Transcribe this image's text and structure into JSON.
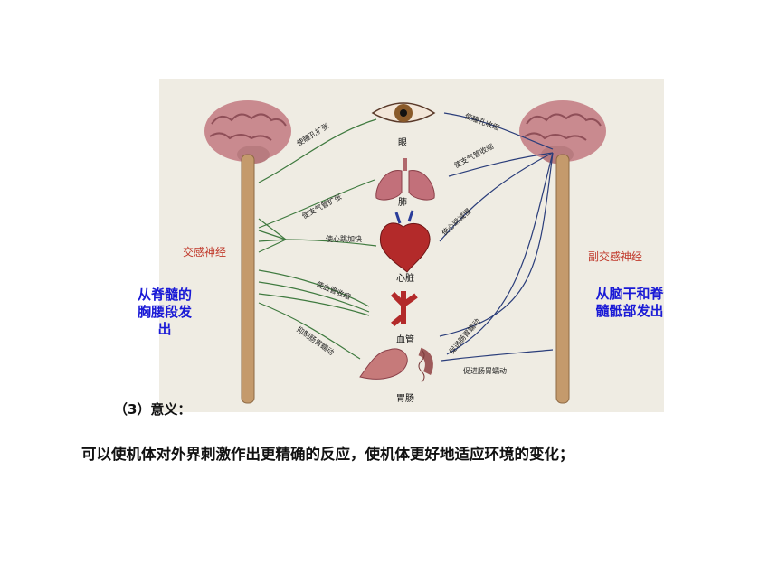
{
  "diagram": {
    "left_label": "交感神经",
    "right_label": "副交感神经",
    "organs": [
      "眼",
      "肺",
      "心脏",
      "血管",
      "胃肠"
    ],
    "sympathetic_effects": [
      "使瞳孔扩张",
      "使支气管扩张",
      "使心跳加快",
      "使血管收缩",
      "抑制肠胃蠕动"
    ],
    "parasympathetic_effects": [
      "使瞳孔收缩",
      "使支气管收缩",
      "使心跳减慢",
      "促进肠胃蠕动",
      "促进肠胃蠕动"
    ]
  },
  "notes": {
    "left": [
      "从脊髓的",
      "胸腰段发",
      "出"
    ],
    "right": [
      "从脑干和脊",
      "髓骶部发出"
    ]
  },
  "section_heading": "（3）意义：",
  "body_text": "可以使机体对外界刺激作出更精确的反应，使机体更好地适应环境的变化；"
}
